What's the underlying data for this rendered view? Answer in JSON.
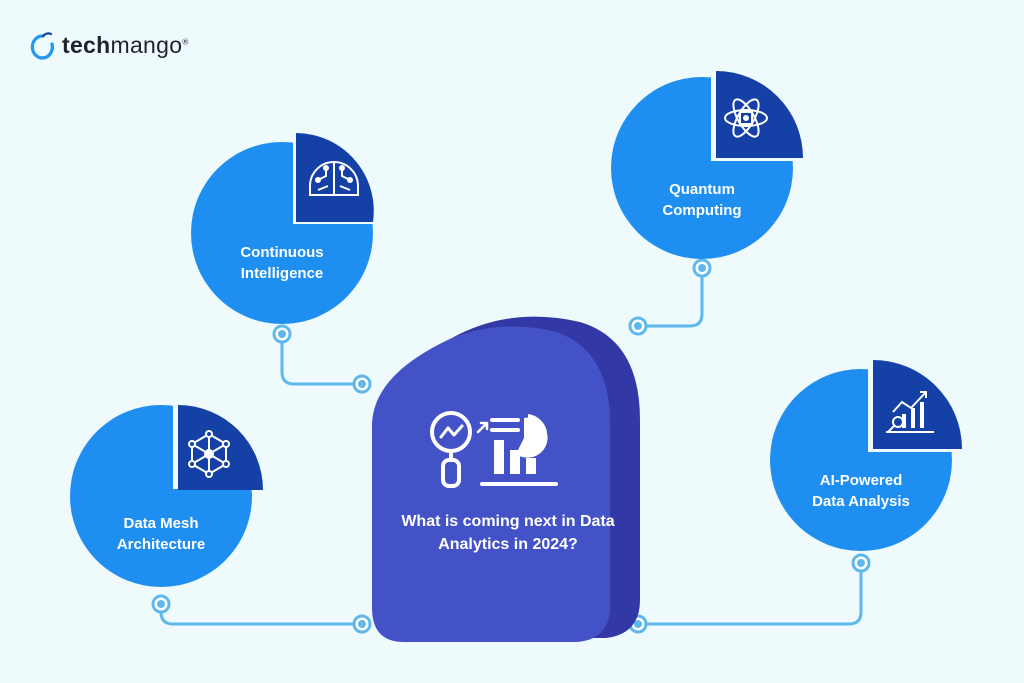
{
  "brand": {
    "name_bold": "tech",
    "name_light": "mango",
    "trademark": "®"
  },
  "center": {
    "title": "What is coming next in Data Analytics in 2024?"
  },
  "nodes": [
    {
      "label_line1": "Data Mesh",
      "label_line2": "Architecture",
      "icon": "network-graph-icon"
    },
    {
      "label_line1": "Continuous",
      "label_line2": "Intelligence",
      "icon": "brain-circuit-icon"
    },
    {
      "label_line1": "Quantum",
      "label_line2": "Computing",
      "icon": "atom-chip-icon"
    },
    {
      "label_line1": "AI-Powered",
      "label_line2": "Data Analysis",
      "icon": "growth-chart-icon"
    }
  ],
  "colors": {
    "background": "#eefafc",
    "node_blue": "#1e8ff0",
    "node_dark": "#1541a6",
    "center_fill": "#4452c7",
    "center_shadow": "#3239a6",
    "connector": "#5fb8ec"
  }
}
